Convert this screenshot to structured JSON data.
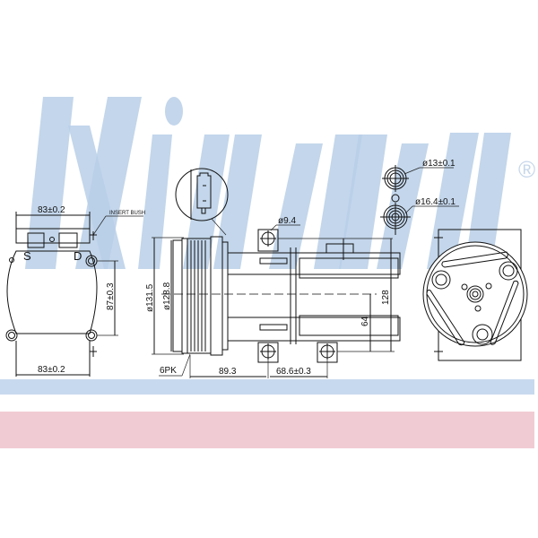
{
  "watermark": {
    "brand_text": "Nissens",
    "registered_mark": "®",
    "color": "#b9cfe8"
  },
  "bands": {
    "blue_color": "#c7d9ee",
    "pink_color": "#f0cbd3"
  },
  "drawing": {
    "type": "technical drawing - A/C compressor",
    "line_color": "#111111",
    "views": {
      "rear_flange_view": {
        "port_labels": {
          "suction": "S",
          "discharge": "D"
        },
        "top_width": "83±0.2",
        "bottom_width": "83±0.2",
        "bolt_spacing": "87±0.3",
        "callout": "INSERT BUSH"
      },
      "side_view": {
        "pulley_outer_diameter": "ø131.5",
        "pulley_inner_diameter": "ø128.8",
        "belt_type": "6PK",
        "mount_hole_diameter": "ø9.4",
        "pulley_to_mount": "89.3",
        "mount_spacing": "68.6±0.3",
        "overall_height": "128",
        "center_to_base": "64"
      },
      "port_detail": {
        "suction_port_diameter": "ø13±0.1",
        "discharge_port_diameter": "ø16.4±0.1"
      },
      "connector_detail": {
        "label": "electrical connector detail"
      },
      "front_view": {
        "label": "clutch plate front view"
      }
    }
  }
}
